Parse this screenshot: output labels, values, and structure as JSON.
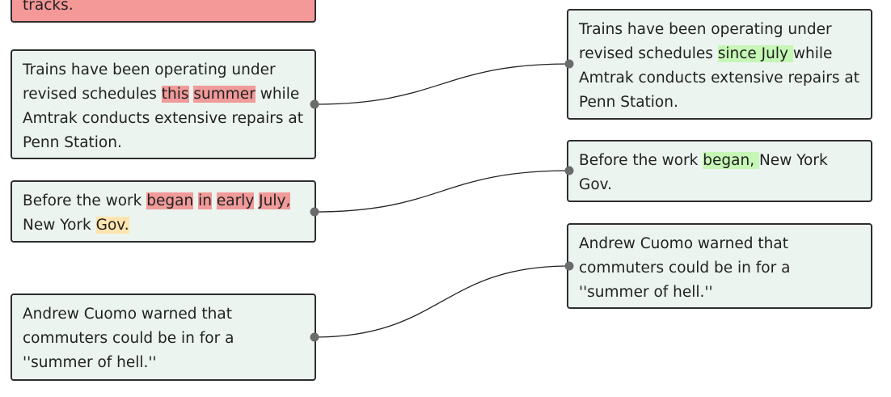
{
  "left": [
    {
      "id": "l0",
      "tokens": [
        {
          "t": "tracks.",
          "h": ""
        }
      ],
      "bg": "#f49898"
    },
    {
      "id": "l1",
      "tokens": [
        {
          "t": "Trains have been operating under revised schedules ",
          "h": ""
        },
        {
          "t": "this",
          "h": "del"
        },
        {
          "t": " ",
          "h": ""
        },
        {
          "t": "summer",
          "h": "del"
        },
        {
          "t": " while Amtrak conducts extensive repairs at Penn Station.",
          "h": ""
        }
      ]
    },
    {
      "id": "l2",
      "tokens": [
        {
          "t": "Before the work ",
          "h": ""
        },
        {
          "t": "began",
          "h": "del"
        },
        {
          "t": " ",
          "h": ""
        },
        {
          "t": "in",
          "h": "del"
        },
        {
          "t": " ",
          "h": ""
        },
        {
          "t": "early",
          "h": "del"
        },
        {
          "t": " ",
          "h": ""
        },
        {
          "t": "July,",
          "h": "del"
        },
        {
          "t": " New York ",
          "h": ""
        },
        {
          "t": "Gov.",
          "h": "mod"
        }
      ]
    },
    {
      "id": "l3",
      "tokens": [
        {
          "t": "Andrew Cuomo warned that commuters could be in for a ''summer of hell.''",
          "h": ""
        }
      ]
    }
  ],
  "right": [
    {
      "id": "r1",
      "tokens": [
        {
          "t": "Trains have been operating under revised schedules ",
          "h": ""
        },
        {
          "t": "since July ",
          "h": "add"
        },
        {
          "t": "while Amtrak conducts extensive repairs at Penn Station.",
          "h": ""
        }
      ]
    },
    {
      "id": "r2",
      "tokens": [
        {
          "t": "Before the work ",
          "h": ""
        },
        {
          "t": "began, ",
          "h": "add"
        },
        {
          "t": "New York Gov.",
          "h": ""
        }
      ]
    },
    {
      "id": "r3",
      "tokens": [
        {
          "t": "Andrew Cuomo warned that commuters could be in for a ''summer of hell.''",
          "h": ""
        }
      ]
    }
  ],
  "links": [
    {
      "from": "l1",
      "to": "r1"
    },
    {
      "from": "l2",
      "to": "r2"
    },
    {
      "from": "l3",
      "to": "r3"
    }
  ],
  "colors": {
    "box_bg": "#ebf4ee",
    "removed_block_bg": "#f49898",
    "deleted_highlight": "#f19a9a",
    "added_highlight": "#c6f7b6",
    "modified_highlight": "#ffe4b0",
    "connector": "#222222",
    "connector_dot": "#6b6b6b"
  }
}
